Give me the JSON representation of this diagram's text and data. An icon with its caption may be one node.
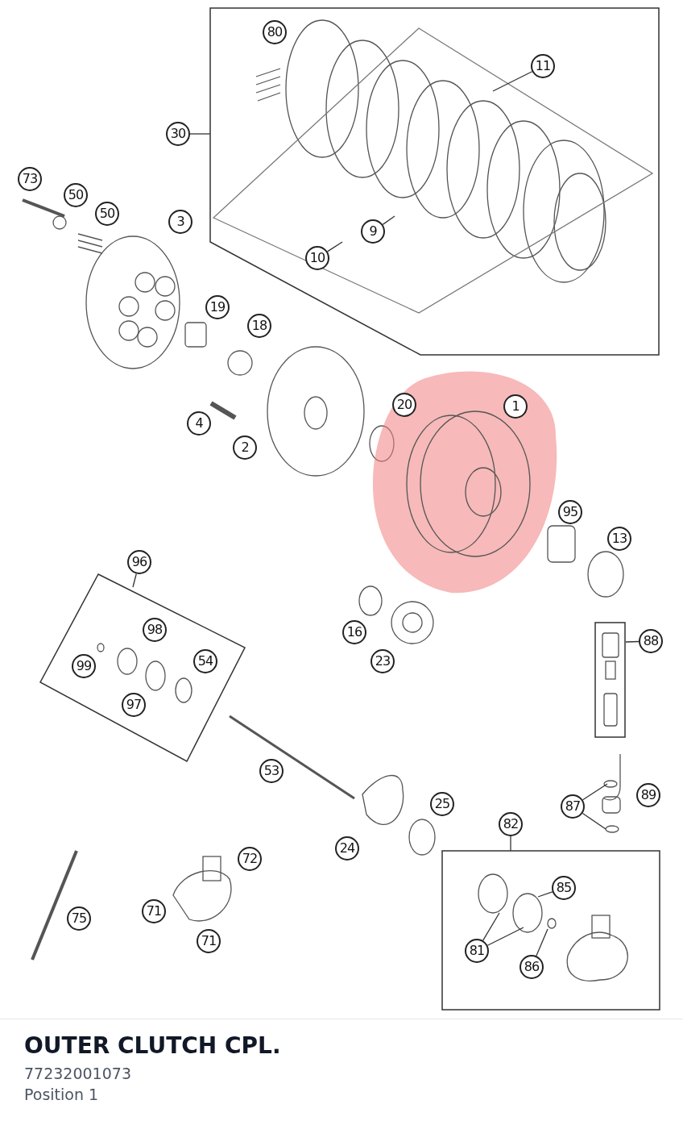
{
  "diagram": {
    "title": "OUTER CLUTCH CPL.",
    "nodes": [
      {
        "text": [],
        "shape": "box"
      },
      {
        "text": [
          "30"
        ]
      },
      {
        "text": [
          "80"
        ],
        "in": 0
      },
      {
        "text": [
          "11"
        ],
        "in": 0
      },
      {
        "text": [
          "9"
        ],
        "in": 0
      },
      {
        "text": [
          "10"
        ],
        "in": 0
      },
      {
        "text": [],
        "shape": "box"
      },
      {
        "text": [
          "96"
        ]
      },
      {
        "text": [
          "98"
        ],
        "in": 6
      },
      {
        "text": [
          "99"
        ],
        "in": 6
      },
      {
        "text": [
          "54"
        ],
        "in": 6
      },
      {
        "text": [
          "97"
        ],
        "in": 6
      },
      {
        "text": [],
        "shape": "box"
      },
      {
        "text": [
          "88"
        ]
      },
      {
        "text": [
          "87"
        ]
      },
      {
        "text": [],
        "shape": "box"
      },
      {
        "text": [
          "82"
        ]
      },
      {
        "text": [
          "85"
        ],
        "in": 15
      },
      {
        "text": [
          "81"
        ],
        "in": 15
      },
      {
        "text": [
          "86"
        ],
        "in": 15
      },
      {
        "text": [
          "73"
        ]
      },
      {
        "text": [
          "50"
        ]
      },
      {
        "text": [
          "50"
        ]
      },
      {
        "text": [
          "3"
        ]
      },
      {
        "text": [
          "19"
        ]
      },
      {
        "text": [
          "18"
        ]
      },
      {
        "text": [
          "4"
        ]
      },
      {
        "text": [
          "2"
        ]
      },
      {
        "text": [
          "20"
        ]
      },
      {
        "text": [
          "1"
        ]
      },
      {
        "text": [
          "95"
        ]
      },
      {
        "text": [
          "13"
        ]
      },
      {
        "text": [
          "16"
        ]
      },
      {
        "text": [
          "23"
        ]
      },
      {
        "text": [
          "53"
        ]
      },
      {
        "text": [
          "89"
        ]
      },
      {
        "text": [
          "25"
        ]
      },
      {
        "text": [
          "24"
        ]
      },
      {
        "text": [
          "72"
        ]
      },
      {
        "text": [
          "71"
        ]
      },
      {
        "text": [
          "75"
        ]
      },
      {
        "text": [
          "71"
        ]
      }
    ],
    "edges": [
      {
        "from": 1,
        "to": 0,
        "arrow": "none"
      },
      {
        "from": 3,
        "to": null,
        "arrow": "none"
      },
      {
        "from": 4,
        "to": null,
        "arrow": "none"
      },
      {
        "from": 5,
        "to": null,
        "arrow": "none"
      },
      {
        "from": 7,
        "to": 6,
        "arrow": "none"
      },
      {
        "from": 13,
        "to": 12,
        "arrow": "none"
      },
      {
        "from": 14,
        "to": null,
        "arrow": "none"
      },
      {
        "from": 14,
        "to": null,
        "arrow": "none"
      },
      {
        "from": 16,
        "to": 15,
        "arrow": "none"
      },
      {
        "from": 17,
        "to": null,
        "arrow": "none"
      },
      {
        "from": 18,
        "to": null,
        "arrow": "none"
      },
      {
        "from": 18,
        "to": null,
        "arrow": "none"
      },
      {
        "from": 19,
        "to": null,
        "arrow": "none"
      }
    ],
    "labels": [
      "77232001073",
      "Position 1"
    ]
  }
}
